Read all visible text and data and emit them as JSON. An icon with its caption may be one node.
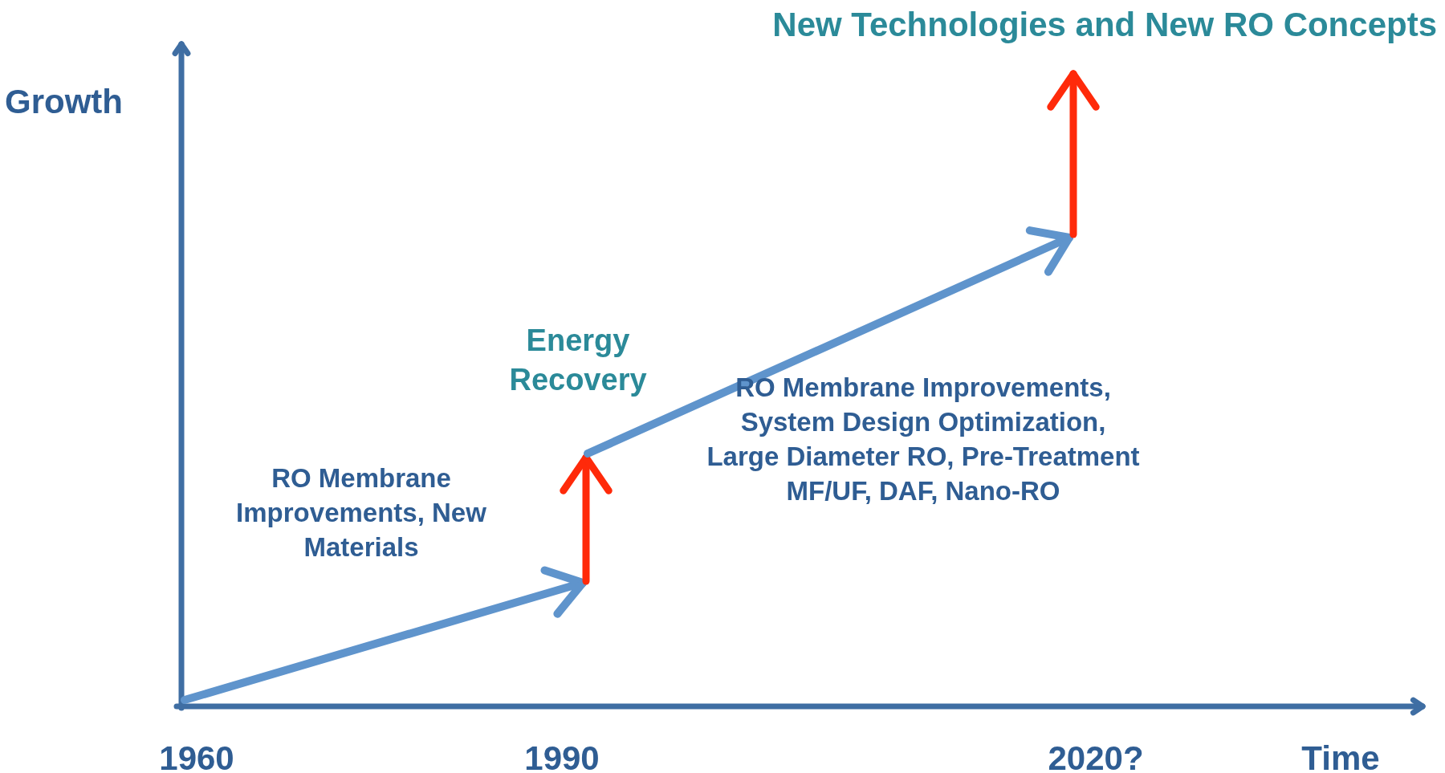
{
  "diagram": {
    "labels": [
      "New Technologies and New RO Concepts",
      "Growth",
      "Energy Recovery",
      "RO Membrane Improvements, System Design Optimization, Large Diameter RO, Pre-Treatment MF/UF, DAF, Nano-RO",
      "RO Membrane Improvements, New Materials",
      "1960",
      "1990",
      "2020?",
      "Time"
    ]
  }
}
